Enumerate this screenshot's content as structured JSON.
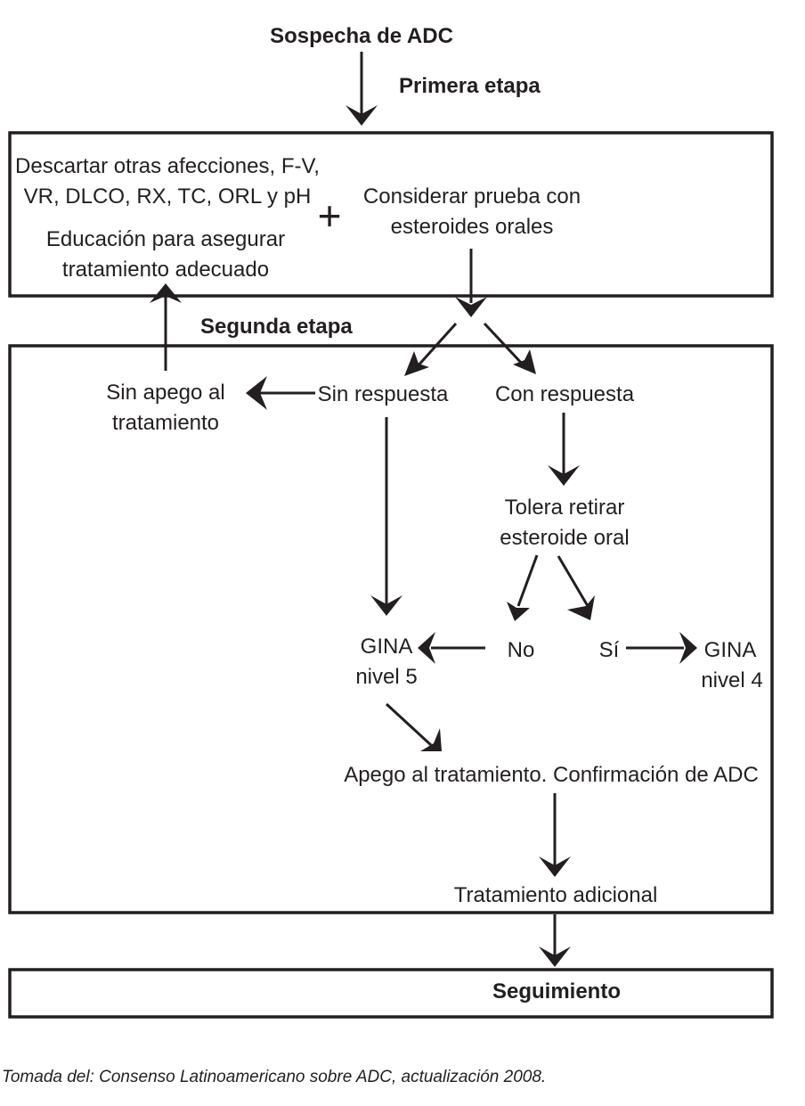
{
  "diagram": {
    "start": "Sospecha de ADC",
    "stage1_label": "Primera etapa",
    "stage1": {
      "discard_line1": "Descartar otras afecciones, F-V,",
      "discard_line2": "VR, DLCO, RX, TC, ORL y pH",
      "plus": "+",
      "education_line1": "Educación para asegurar",
      "education_line2": "tratamiento adecuado",
      "consider_line1": "Considerar prueba con",
      "consider_line2": "esteroides orales"
    },
    "stage2_label": "Segunda etapa",
    "stage2": {
      "no_adherence_line1": "Sin apego al",
      "no_adherence_line2": "tratamiento",
      "no_response": "Sin respuesta",
      "response": "Con respuesta",
      "tolerates_line1": "Tolera retirar",
      "tolerates_line2": "esteroide oral",
      "no": "No",
      "yes": "Sí",
      "gina5_line1": "GINA",
      "gina5_line2": "nivel 5",
      "gina4_line1": "GINA",
      "gina4_line2": "nivel 4",
      "confirmation": "Apego al tratamiento. Confirmación de ADC",
      "additional": "Tratamiento adicional"
    },
    "followup": "Seguimiento",
    "caption": "Tomada del: Consenso Latinoamericano sobre ADC, actualización 2008."
  }
}
